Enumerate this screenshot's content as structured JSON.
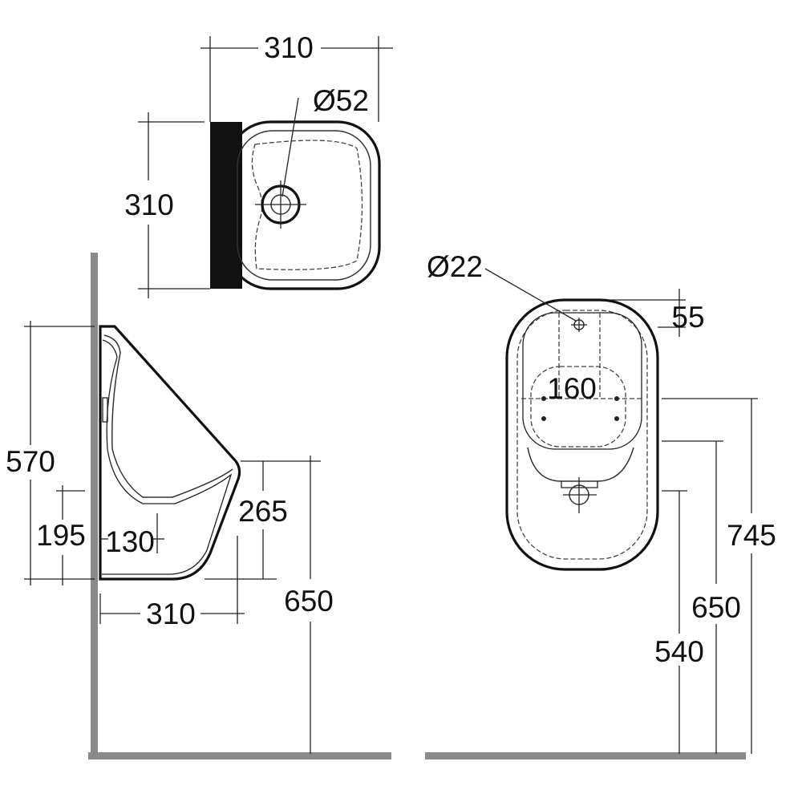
{
  "top_view": {
    "width_label": "310",
    "depth_label": "310",
    "outlet_label": "Ø52"
  },
  "side_view": {
    "height_label": "570",
    "outlet_height_label": "195",
    "outlet_offset_label": "130",
    "lip_height_label": "265",
    "projection_label": "310",
    "rim_height_label": "650"
  },
  "front_view": {
    "inlet_label": "Ø22",
    "inlet_offset_label": "55",
    "fixing_centres_label": "160",
    "overall_height_label": "745",
    "rim_height_label": "650",
    "outlet_height_label": "540"
  },
  "colors": {
    "line": "#111111",
    "wall": "#8a8a8a"
  }
}
